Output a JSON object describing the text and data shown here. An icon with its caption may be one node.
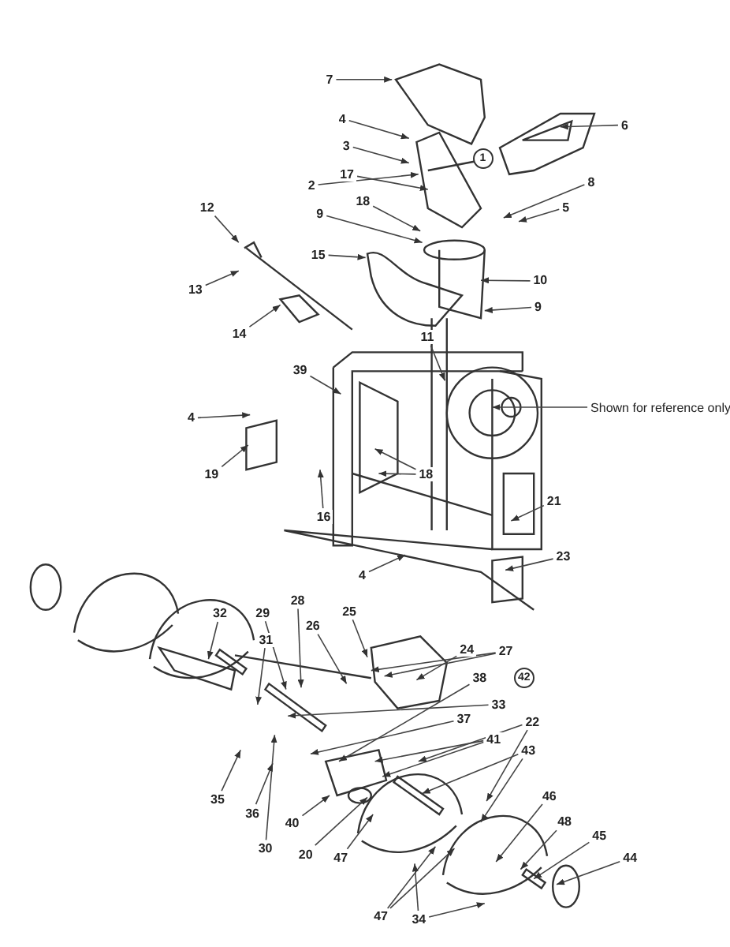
{
  "diagram": {
    "nodes": [
      {
        "text": [
          "7"
        ]
      },
      {
        "text": [
          "6"
        ]
      },
      {
        "text": [
          "4"
        ]
      },
      {
        "text": [
          "3"
        ]
      },
      {
        "text": [
          "2"
        ]
      },
      {
        "text": [
          "17"
        ]
      },
      {
        "text": [
          "8"
        ]
      },
      {
        "text": [
          "5"
        ]
      },
      {
        "text": [
          "18"
        ]
      },
      {
        "text": [
          "12"
        ]
      },
      {
        "text": [
          "1"
        ]
      },
      {
        "text": [
          "9"
        ]
      },
      {
        "text": [
          "15"
        ]
      },
      {
        "text": [
          "10"
        ]
      },
      {
        "text": [
          "13"
        ]
      },
      {
        "text": [
          "9"
        ]
      },
      {
        "text": [
          "14"
        ]
      },
      {
        "text": [
          "11"
        ]
      },
      {
        "text": [
          "Shown for reference only"
        ]
      },
      {
        "text": [
          "39"
        ]
      },
      {
        "text": [
          "4"
        ]
      },
      {
        "text": [
          "19"
        ]
      },
      {
        "text": [
          "18"
        ]
      },
      {
        "text": [
          "16"
        ]
      },
      {
        "text": [
          "21"
        ]
      },
      {
        "text": [
          "23"
        ]
      },
      {
        "text": [
          "4"
        ]
      },
      {
        "text": [
          "32"
        ]
      },
      {
        "text": [
          "25"
        ]
      },
      {
        "text": [
          "26"
        ]
      },
      {
        "text": [
          "29"
        ]
      },
      {
        "text": [
          "28"
        ]
      },
      {
        "text": [
          "31"
        ]
      },
      {
        "text": [
          "24"
        ]
      },
      {
        "text": [
          "27"
        ]
      },
      {
        "text": [
          "42"
        ]
      },
      {
        "text": [
          "33"
        ]
      },
      {
        "text": [
          "30"
        ]
      },
      {
        "text": [
          "37"
        ]
      },
      {
        "text": [
          "38"
        ]
      },
      {
        "text": [
          "41"
        ]
      },
      {
        "text": [
          "22"
        ]
      },
      {
        "text": [
          "35"
        ]
      },
      {
        "text": [
          "36"
        ]
      },
      {
        "text": [
          "43"
        ]
      },
      {
        "text": [
          "46"
        ]
      },
      {
        "text": [
          "40"
        ]
      },
      {
        "text": [
          "20"
        ]
      },
      {
        "text": [
          "48"
        ]
      },
      {
        "text": [
          "47"
        ]
      },
      {
        "text": [
          "45"
        ]
      },
      {
        "text": [
          "44"
        ]
      },
      {
        "text": [
          "47"
        ]
      },
      {
        "text": [
          "34"
        ]
      }
    ],
    "edges": [
      {
        "from": 0,
        "to": null,
        "arrow": "to"
      },
      {
        "from": 1,
        "to": null,
        "arrow": "to"
      },
      {
        "from": 2,
        "to": null,
        "arrow": "to"
      },
      {
        "from": 3,
        "to": null,
        "arrow": "to"
      },
      {
        "from": 4,
        "to": null,
        "arrow": "to"
      },
      {
        "from": 5,
        "to": null,
        "arrow": "to"
      },
      {
        "from": 6,
        "to": null,
        "arrow": "to"
      },
      {
        "from": 7,
        "to": null,
        "arrow": "to"
      },
      {
        "from": 8,
        "to": null,
        "arrow": "to"
      },
      {
        "from": 9,
        "to": null,
        "arrow": "to"
      },
      {
        "from": 11,
        "to": null,
        "arrow": "to"
      },
      {
        "from": 12,
        "to": null,
        "arrow": "to"
      },
      {
        "from": 13,
        "to": null,
        "arrow": "to"
      },
      {
        "from": 14,
        "to": null,
        "arrow": "to"
      },
      {
        "from": 15,
        "to": null,
        "arrow": "to"
      },
      {
        "from": 16,
        "to": null,
        "arrow": "to"
      },
      {
        "from": 17,
        "to": null,
        "arrow": "to"
      },
      {
        "from": 18,
        "to": null,
        "arrow": "to"
      },
      {
        "from": 19,
        "to": null,
        "arrow": "to"
      },
      {
        "from": 20,
        "to": null,
        "arrow": "to"
      },
      {
        "from": 21,
        "to": null,
        "arrow": "to"
      },
      {
        "from": 22,
        "to": null,
        "arrow": "to"
      },
      {
        "from": 22,
        "to": null,
        "arrow": "to"
      },
      {
        "from": 23,
        "to": null,
        "arrow": "to"
      },
      {
        "from": 24,
        "to": null,
        "arrow": "to"
      },
      {
        "from": 25,
        "to": null,
        "arrow": "to"
      },
      {
        "from": 26,
        "to": null,
        "arrow": "to"
      },
      {
        "from": 27,
        "to": null,
        "arrow": "to"
      },
      {
        "from": 28,
        "to": null,
        "arrow": "to"
      },
      {
        "from": 29,
        "to": null,
        "arrow": "to"
      },
      {
        "from": 30,
        "to": null,
        "arrow": "to"
      },
      {
        "from": 31,
        "to": null,
        "arrow": "to"
      },
      {
        "from": 32,
        "to": null,
        "arrow": "to"
      },
      {
        "from": 33,
        "to": null,
        "arrow": "to"
      },
      {
        "from": 34,
        "to": null,
        "arrow": "to"
      },
      {
        "from": 34,
        "to": null,
        "arrow": "to"
      },
      {
        "from": 36,
        "to": null,
        "arrow": "to"
      },
      {
        "from": 37,
        "to": null,
        "arrow": "to"
      },
      {
        "from": 38,
        "to": null,
        "arrow": "to"
      },
      {
        "from": 39,
        "to": null,
        "arrow": "to"
      },
      {
        "from": 40,
        "to": null,
        "arrow": "to"
      },
      {
        "from": 40,
        "to": null,
        "arrow": "to"
      },
      {
        "from": 41,
        "to": null,
        "arrow": "to"
      },
      {
        "from": 41,
        "to": null,
        "arrow": "to"
      },
      {
        "from": 42,
        "to": null,
        "arrow": "to"
      },
      {
        "from": 43,
        "to": null,
        "arrow": "to"
      },
      {
        "from": 44,
        "to": null,
        "arrow": "to"
      },
      {
        "from": 44,
        "to": null,
        "arrow": "to"
      },
      {
        "from": 45,
        "to": null,
        "arrow": "to"
      },
      {
        "from": 46,
        "to": null,
        "arrow": "to"
      },
      {
        "from": 47,
        "to": null,
        "arrow": "to"
      },
      {
        "from": 48,
        "to": null,
        "arrow": "to"
      },
      {
        "from": 49,
        "to": null,
        "arrow": "to"
      },
      {
        "from": 50,
        "to": null,
        "arrow": "to"
      },
      {
        "from": 51,
        "to": null,
        "arrow": "to"
      },
      {
        "from": 52,
        "to": null,
        "arrow": "to"
      },
      {
        "from": 52,
        "to": null,
        "arrow": "to"
      },
      {
        "from": 53,
        "to": null,
        "arrow": "to"
      },
      {
        "from": 53,
        "to": null,
        "arrow": "to"
      }
    ]
  }
}
